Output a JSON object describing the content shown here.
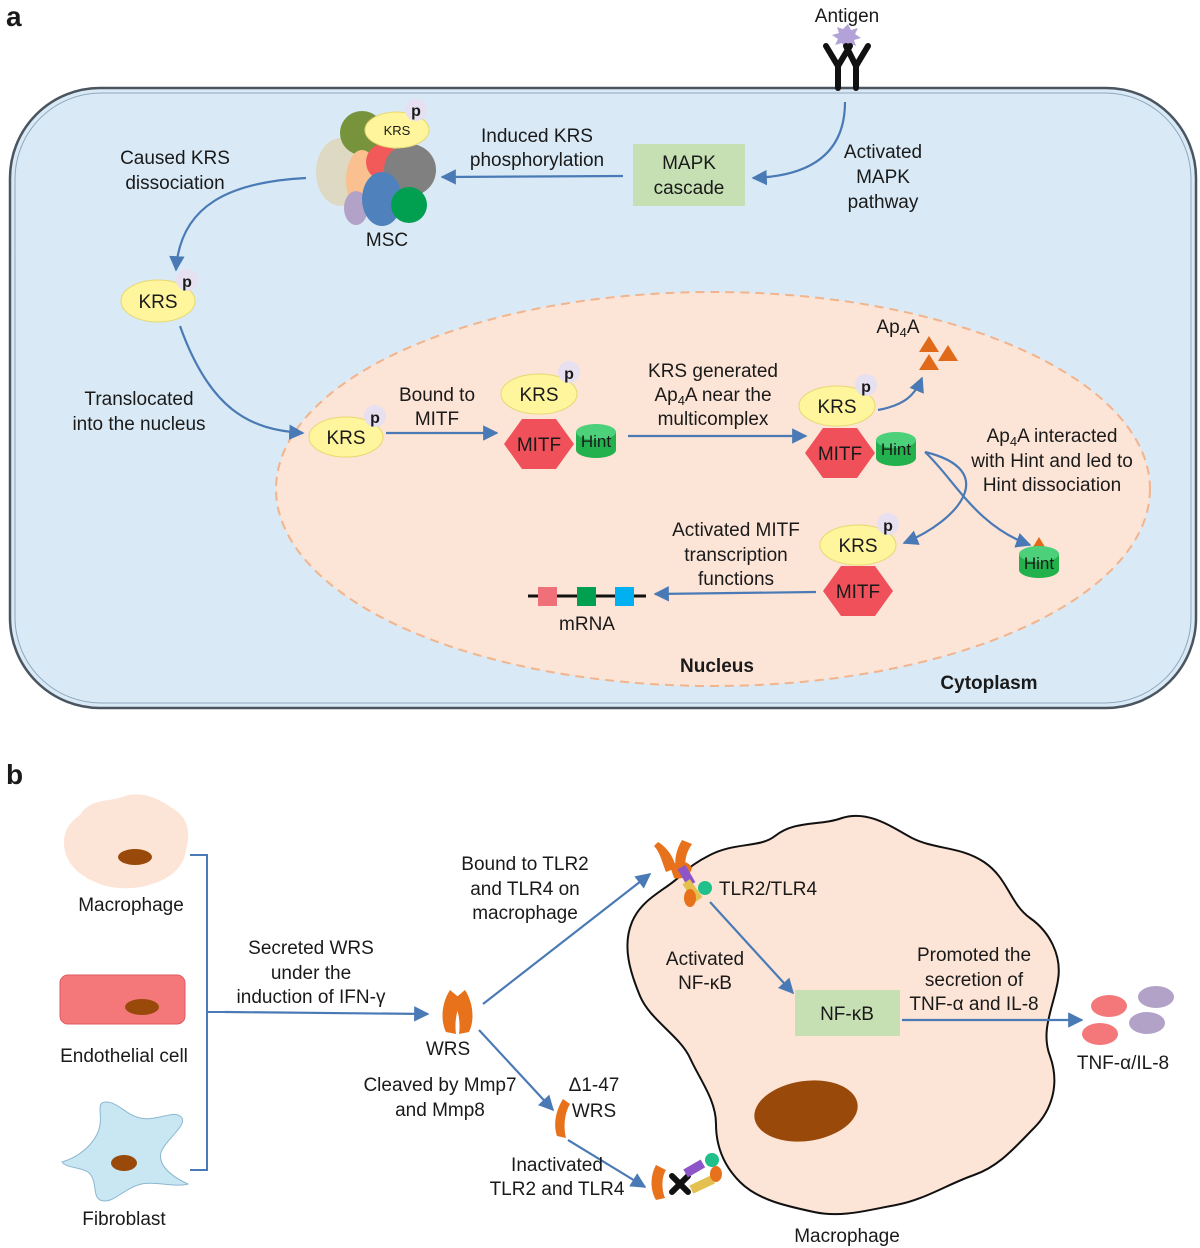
{
  "panel_a": {
    "tag": "a",
    "antigen": "Antigen",
    "activated_mapk": [
      "Activated",
      "MAPK",
      "pathway"
    ],
    "mapk_box": [
      "MAPK",
      "cascade"
    ],
    "induced_krs": [
      "Induced KRS",
      "phosphorylation"
    ],
    "msc": "MSC",
    "caused_krs": [
      "Caused KRS",
      "dissociation"
    ],
    "translocated": [
      "Translocated",
      "into the nucleus"
    ],
    "bound_mitf": [
      "Bound to",
      "MITF"
    ],
    "krs_generated": [
      "KRS generated",
      "Ap",
      "4",
      "A near the",
      "multicomplex"
    ],
    "ap4a_label": [
      "Ap",
      "4",
      "A"
    ],
    "ap4a_interacted": [
      "Ap",
      "4",
      "A interacted",
      "with Hint and led to",
      "Hint dissociation"
    ],
    "activated_mitf": [
      "Activated MITF",
      "transcription",
      "functions"
    ],
    "mrna": "mRNA",
    "nucleus": "Nucleus",
    "cytoplasm": "Cytoplasm",
    "krs": "KRS",
    "p": "p",
    "mitf": "MITF",
    "hint": "Hint"
  },
  "panel_b": {
    "tag": "b",
    "macrophage_cell": "Macrophage",
    "endothelial_cell": "Endothelial cell",
    "fibroblast": "Fibroblast",
    "secreted_wrs": [
      "Secreted WRS",
      "under the",
      "induction of IFN-γ"
    ],
    "wrs": "WRS",
    "bound_tlr": [
      "Bound to TLR2",
      "and TLR4 on",
      "macrophage"
    ],
    "tlr_label": "TLR2/TLR4",
    "activated_nfkb": [
      "Activated",
      "NF-κB"
    ],
    "nfkb_box": "NF-κB",
    "promoted": [
      "Promoted the",
      "secretion of",
      "TNF-α and IL-8"
    ],
    "tnf_il8": "TNF-α/IL-8",
    "cleaved": [
      "Cleaved by Mmp7",
      "and Mmp8"
    ],
    "delta_wrs": [
      "Δ1-47",
      "WRS"
    ],
    "inactivated": [
      "Inactivated",
      "TLR2 and TLR4"
    ],
    "macrophage_big": "Macrophage"
  },
  "colors": {
    "cytoplasm": "#d9eaf6",
    "nucleus": "#fce4d6",
    "krs": "#fff59d",
    "mitf": "#f0505a",
    "hint": "#22b14c",
    "box_green": "#c6e0b4",
    "arrow": "#4a7ab5",
    "ap4a": "#e06a1a",
    "wrs": "#e8711c",
    "cell_skin": "#fce4d6",
    "endothelial": "#f4777a",
    "fibroblast": "#c9e6f3",
    "cell_nucleus": "#994a0a"
  }
}
